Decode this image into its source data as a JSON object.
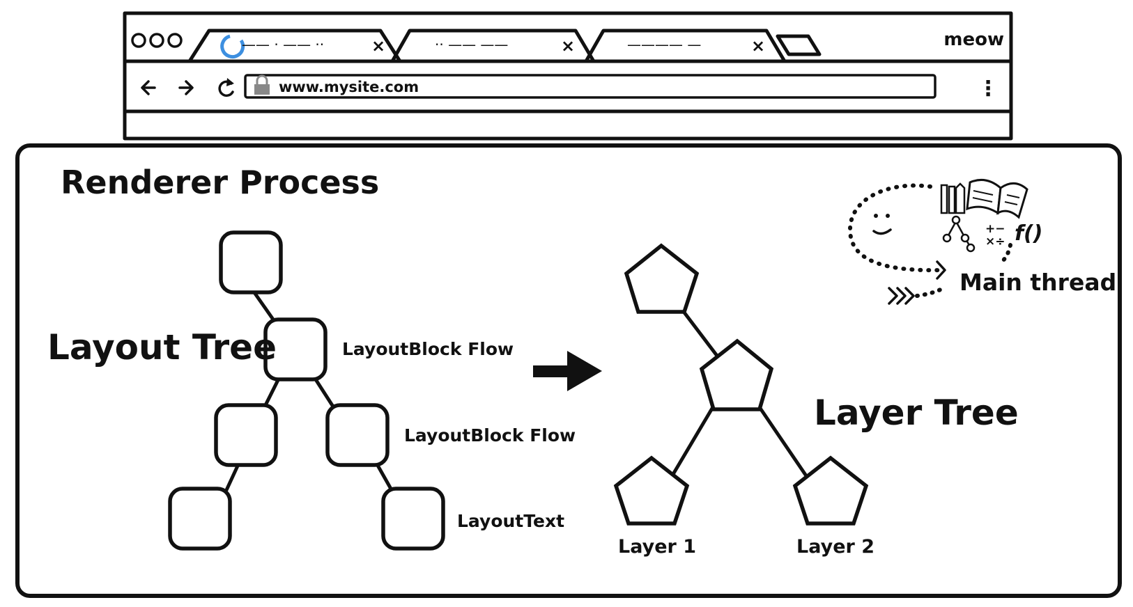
{
  "browser": {
    "window_title": "meow",
    "tabs": [
      {
        "label": "—— · —— ··",
        "icon": "loading-spinner-icon",
        "close": "×"
      },
      {
        "label": "·· —— ——",
        "close": "×"
      },
      {
        "label": "———— —",
        "close": "×"
      }
    ],
    "address": "www.mysite.com",
    "menu_glyph": "⋮"
  },
  "renderer": {
    "title": "Renderer Process",
    "layout_tree": {
      "title": "Layout Tree",
      "labels": [
        "LayoutBlock Flow",
        "LayoutBlock Flow",
        "LayoutText"
      ]
    },
    "layer_tree": {
      "title": "Layer Tree",
      "labels": [
        "Layer 1",
        "Layer 2"
      ]
    },
    "main_thread_label": "Main thread",
    "icons": [
      "thinking-face-icon",
      "pencils-icon",
      "open-book-icon",
      "tree-diagram-icon",
      "math-symbols-icon",
      "function-icon"
    ]
  }
}
